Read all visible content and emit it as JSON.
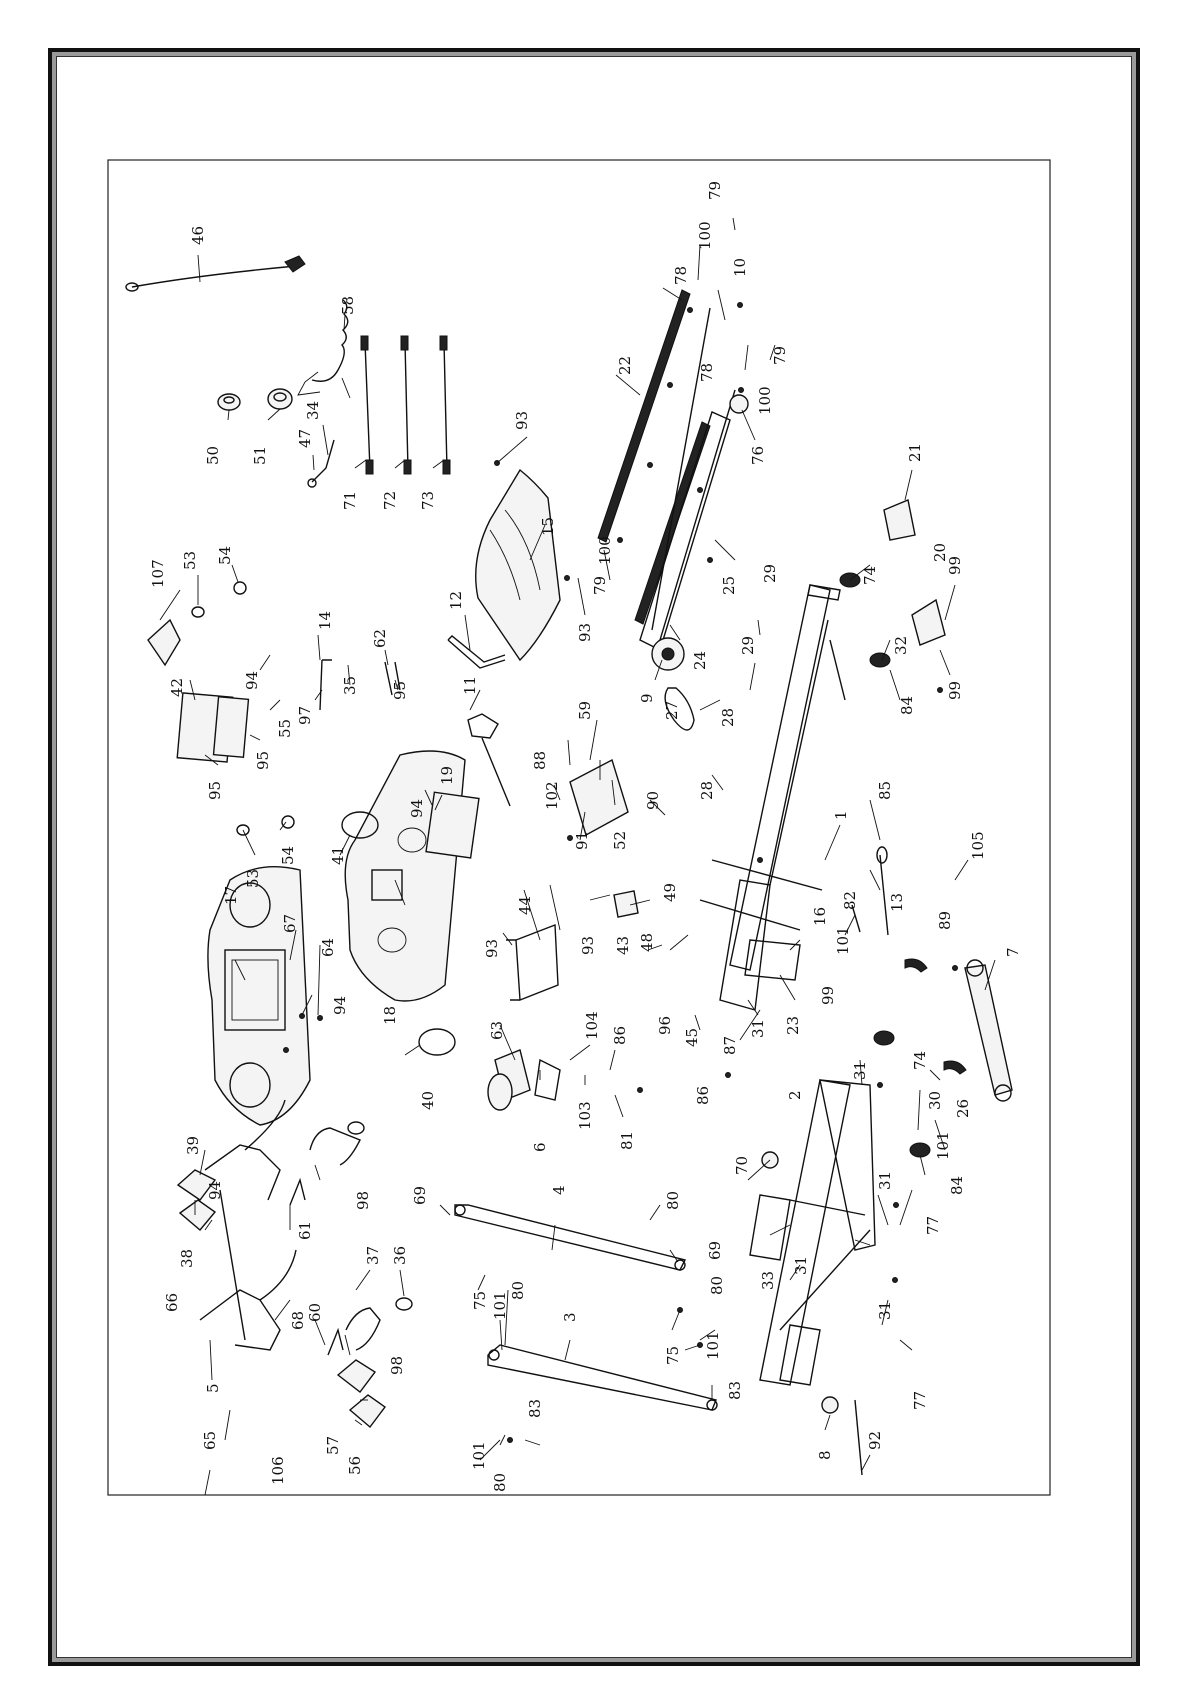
{
  "labels": [
    "1",
    "2",
    "3",
    "4",
    "5",
    "6",
    "7",
    "8",
    "9",
    "10",
    "11",
    "12",
    "13",
    "14",
    "15",
    "16",
    "17",
    "18",
    "19",
    "20",
    "21",
    "22",
    "23",
    "24",
    "25",
    "26",
    "27",
    "28",
    "29",
    "30",
    "31",
    "32",
    "33",
    "34",
    "35",
    "36",
    "37",
    "38",
    "39",
    "40",
    "41",
    "42",
    "43",
    "44",
    "45",
    "46",
    "47",
    "48",
    "49",
    "50",
    "51",
    "52",
    "53",
    "54",
    "55",
    "56",
    "57",
    "58",
    "59",
    "60",
    "61",
    "62",
    "63",
    "64",
    "65",
    "66",
    "67",
    "68",
    "69",
    "70",
    "71",
    "72",
    "73",
    "74",
    "75",
    "76",
    "77",
    "78",
    "79",
    "80",
    "81",
    "82",
    "83",
    "84",
    "85",
    "86",
    "87",
    "88",
    "89",
    "90",
    "91",
    "92",
    "93",
    "94",
    "95",
    "96",
    "97",
    "98",
    "99",
    "100",
    "101",
    "102",
    "103",
    "104",
    "105",
    "106",
    "107"
  ]
}
